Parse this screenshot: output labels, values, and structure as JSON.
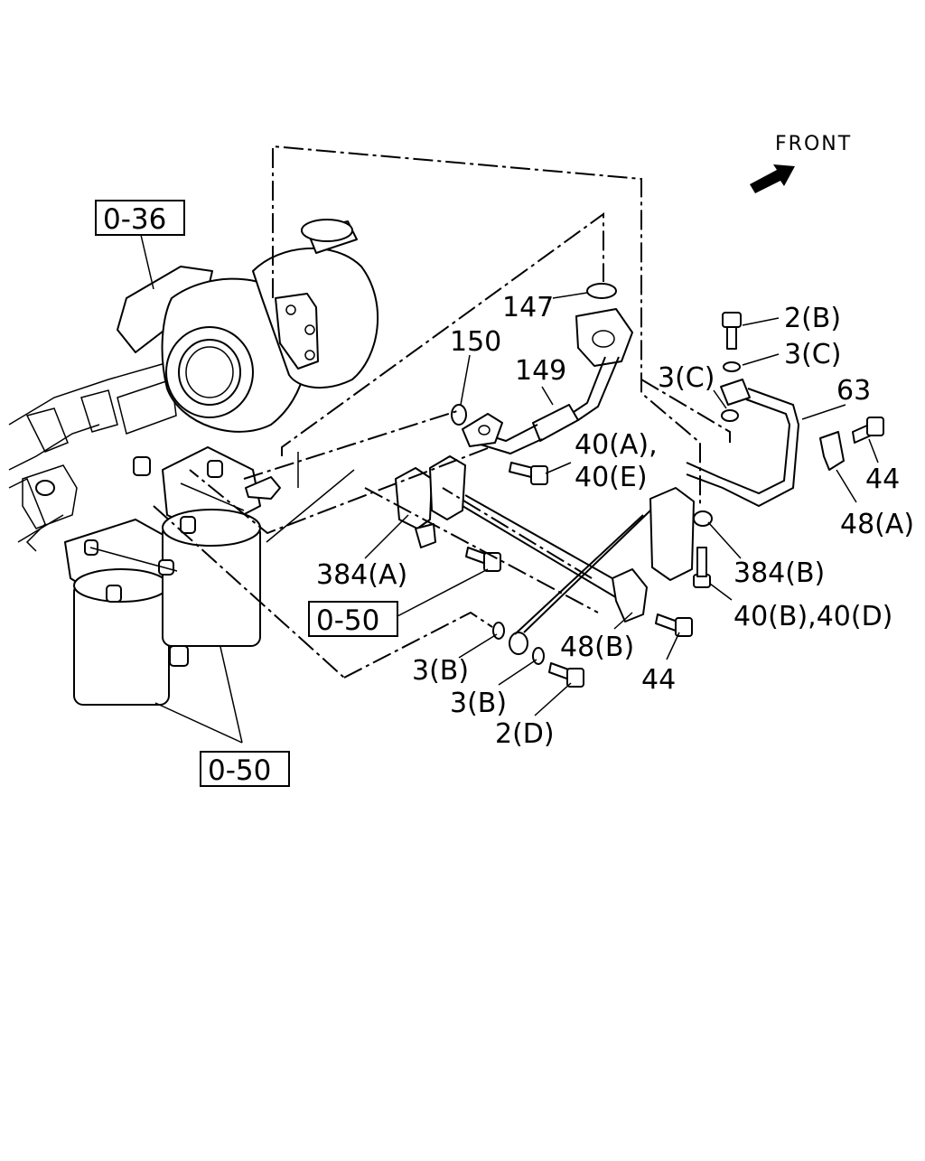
{
  "diagram": {
    "front_label": "FRONT",
    "callouts": {
      "c147": "147",
      "c150": "150",
      "c149": "149",
      "c40a": "40(A),",
      "c40e": "40(E)",
      "c2b": "2(B)",
      "c3c_right": "3(C)",
      "c3c_left": "3(C)",
      "c63": "63",
      "c44_top": "44",
      "c48a": "48(A)",
      "c384a": "384(A)",
      "c384b": "384(B)",
      "c40bd": "40(B),40(D)",
      "c3b_left": "3(B)",
      "c48b": "48(B)",
      "c44_bottom": "44",
      "c3b_lower": "3(B)",
      "c2d": "2(D)"
    },
    "references": {
      "ref036": "0-36",
      "ref050_mid": "0-50",
      "ref050_bottom": "0-50"
    }
  }
}
